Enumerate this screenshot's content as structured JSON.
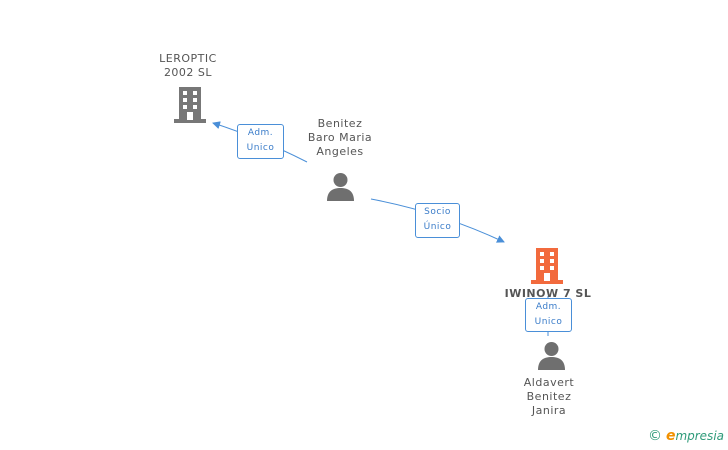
{
  "nodes": {
    "leroptic": {
      "line1": "LEROPTIC",
      "line2": "2002  SL"
    },
    "benitez_baro": {
      "line1": "Benitez",
      "line2": "Baro Maria",
      "line3": "Angeles"
    },
    "iwinow": {
      "name": "IWINOW 7  SL"
    },
    "aldavert": {
      "line1": "Aldavert",
      "line2": "Benitez",
      "line3": "Janira"
    }
  },
  "edges": {
    "adm_leroptic": {
      "line1": "Adm.",
      "line2": "Unico"
    },
    "socio_iwinow": {
      "line1": "Socio",
      "line2": "Único"
    },
    "adm_iwinow": {
      "line1": "Adm.",
      "line2": "Unico"
    }
  },
  "footer": {
    "copyright_symbol": "©",
    "brand_first": "e",
    "brand_rest": "mpresia"
  },
  "colors": {
    "company_gray": "#777777",
    "company_highlight": "#f26a3d",
    "person_gray": "#6f6f6f",
    "edge_blue": "#4a8fd8"
  }
}
